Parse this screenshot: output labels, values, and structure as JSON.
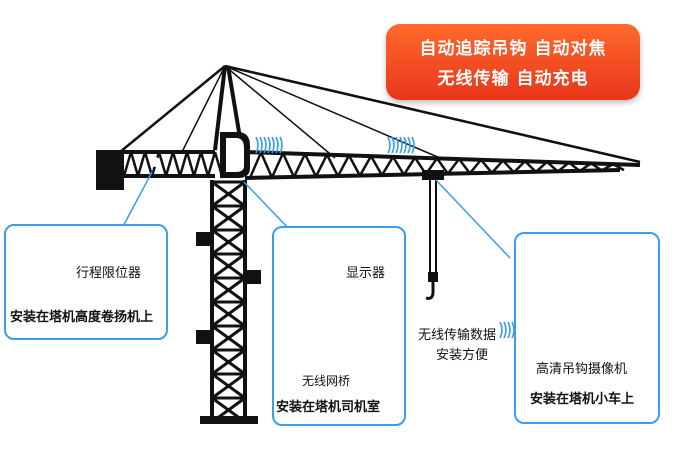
{
  "banner": {
    "line1": "自动追踪吊钩 自动对焦",
    "line2": "无线传输   自动充电"
  },
  "limiter": {
    "name": "行程限位器",
    "install": "安装在塔机高度卷扬机上"
  },
  "cab": {
    "display": "显示器",
    "bridge": "无线网桥",
    "install": "安装在塔机司机室"
  },
  "transmission": {
    "line1": "无线传输数据",
    "line2": "安装方便"
  },
  "camera": {
    "name": "高清吊钩摄像机",
    "install": "安装在塔机小车上"
  },
  "colors": {
    "banner": "#e8361c",
    "accent": "#3a9ee8",
    "steel": "#111111",
    "camera": "#c8201c"
  }
}
